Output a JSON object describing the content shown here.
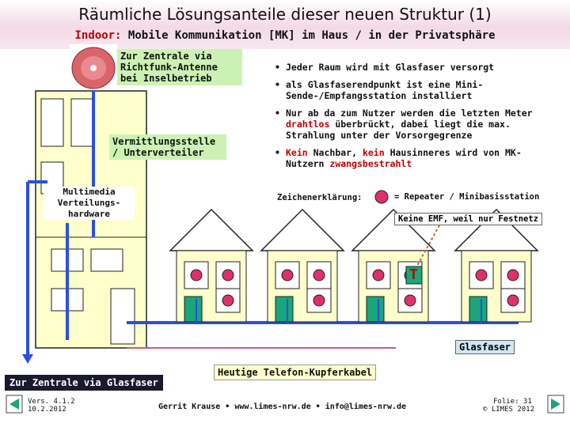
{
  "title": "Räumliche Lösungsanteile dieser neuen Struktur (1)",
  "subtitle": {
    "prefix": "Indoor:",
    "text": " Mobile Kommunikation [MK] im Haus / in der Privatsphäre"
  },
  "labels": {
    "antenna": "Zur Zentrale via Richtfunk-Antenne bei Inselbetrieb",
    "switch": "Vermittlungsstelle / Unterverteiler",
    "multimedia": "Multimedia Verteilungs-hardware",
    "legend_label": "Zeichenerklärung:",
    "legend_text": "= Repeater / Minibasisstation",
    "no_emf": "Keine EMF, weil nur Festnetz",
    "t_mark": "T",
    "glasfaser": "Glasfaser",
    "zentrale_glasfaser": "Zur Zentrale via Glasfaser",
    "kupferkabel": "Heutige Telefon-Kupferkabel"
  },
  "bullets": {
    "b1": "Jeder Raum wird mit Glasfaser versorgt",
    "b2": "als Glasfaserendpunkt ist eine Mini-Sende-/Empfangsstation installiert",
    "b3_a": "Nur ab da zum Nutzer werden die letzten Meter ",
    "b3_red": "drahtlos",
    "b3_b": " überbrückt, dabei liegt die max. Strahlung unter der Vorsorgegrenze",
    "b4_red1": "Kein",
    "b4_a": " Nachbar, ",
    "b4_red2": "kein",
    "b4_b": " Hausinneres wird von MK-Nutzern ",
    "b4_red3": "zwangsbestrahlt"
  },
  "footer": {
    "version": "Vers. 4.1.2",
    "date": "10.2.2012",
    "center": "Gerrit Krause • www.limes-nrw.de • info@limes-nrw.de",
    "slide": "Folie: 31",
    "copyright": "© LIMES 2012"
  },
  "colors": {
    "fiber": "#2b4fe0",
    "house_fill": "#ffffcc",
    "door": "#1aa57a",
    "repeater": "#e0306a",
    "copper": "#c06080"
  }
}
